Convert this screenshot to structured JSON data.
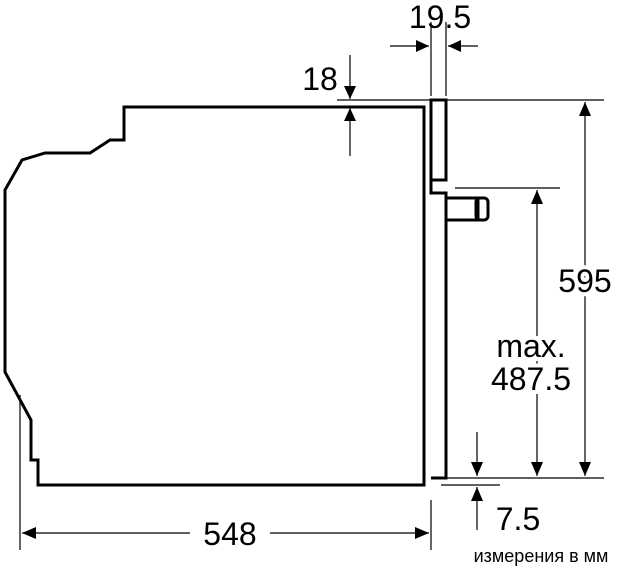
{
  "dimensions": {
    "depth": "548",
    "front_panel": "19.5",
    "top_gap": "18",
    "height": "595",
    "max_label": "max.",
    "max_value": "487.5",
    "bottom_gap": "7.5"
  },
  "caption": "измерения в мм"
}
